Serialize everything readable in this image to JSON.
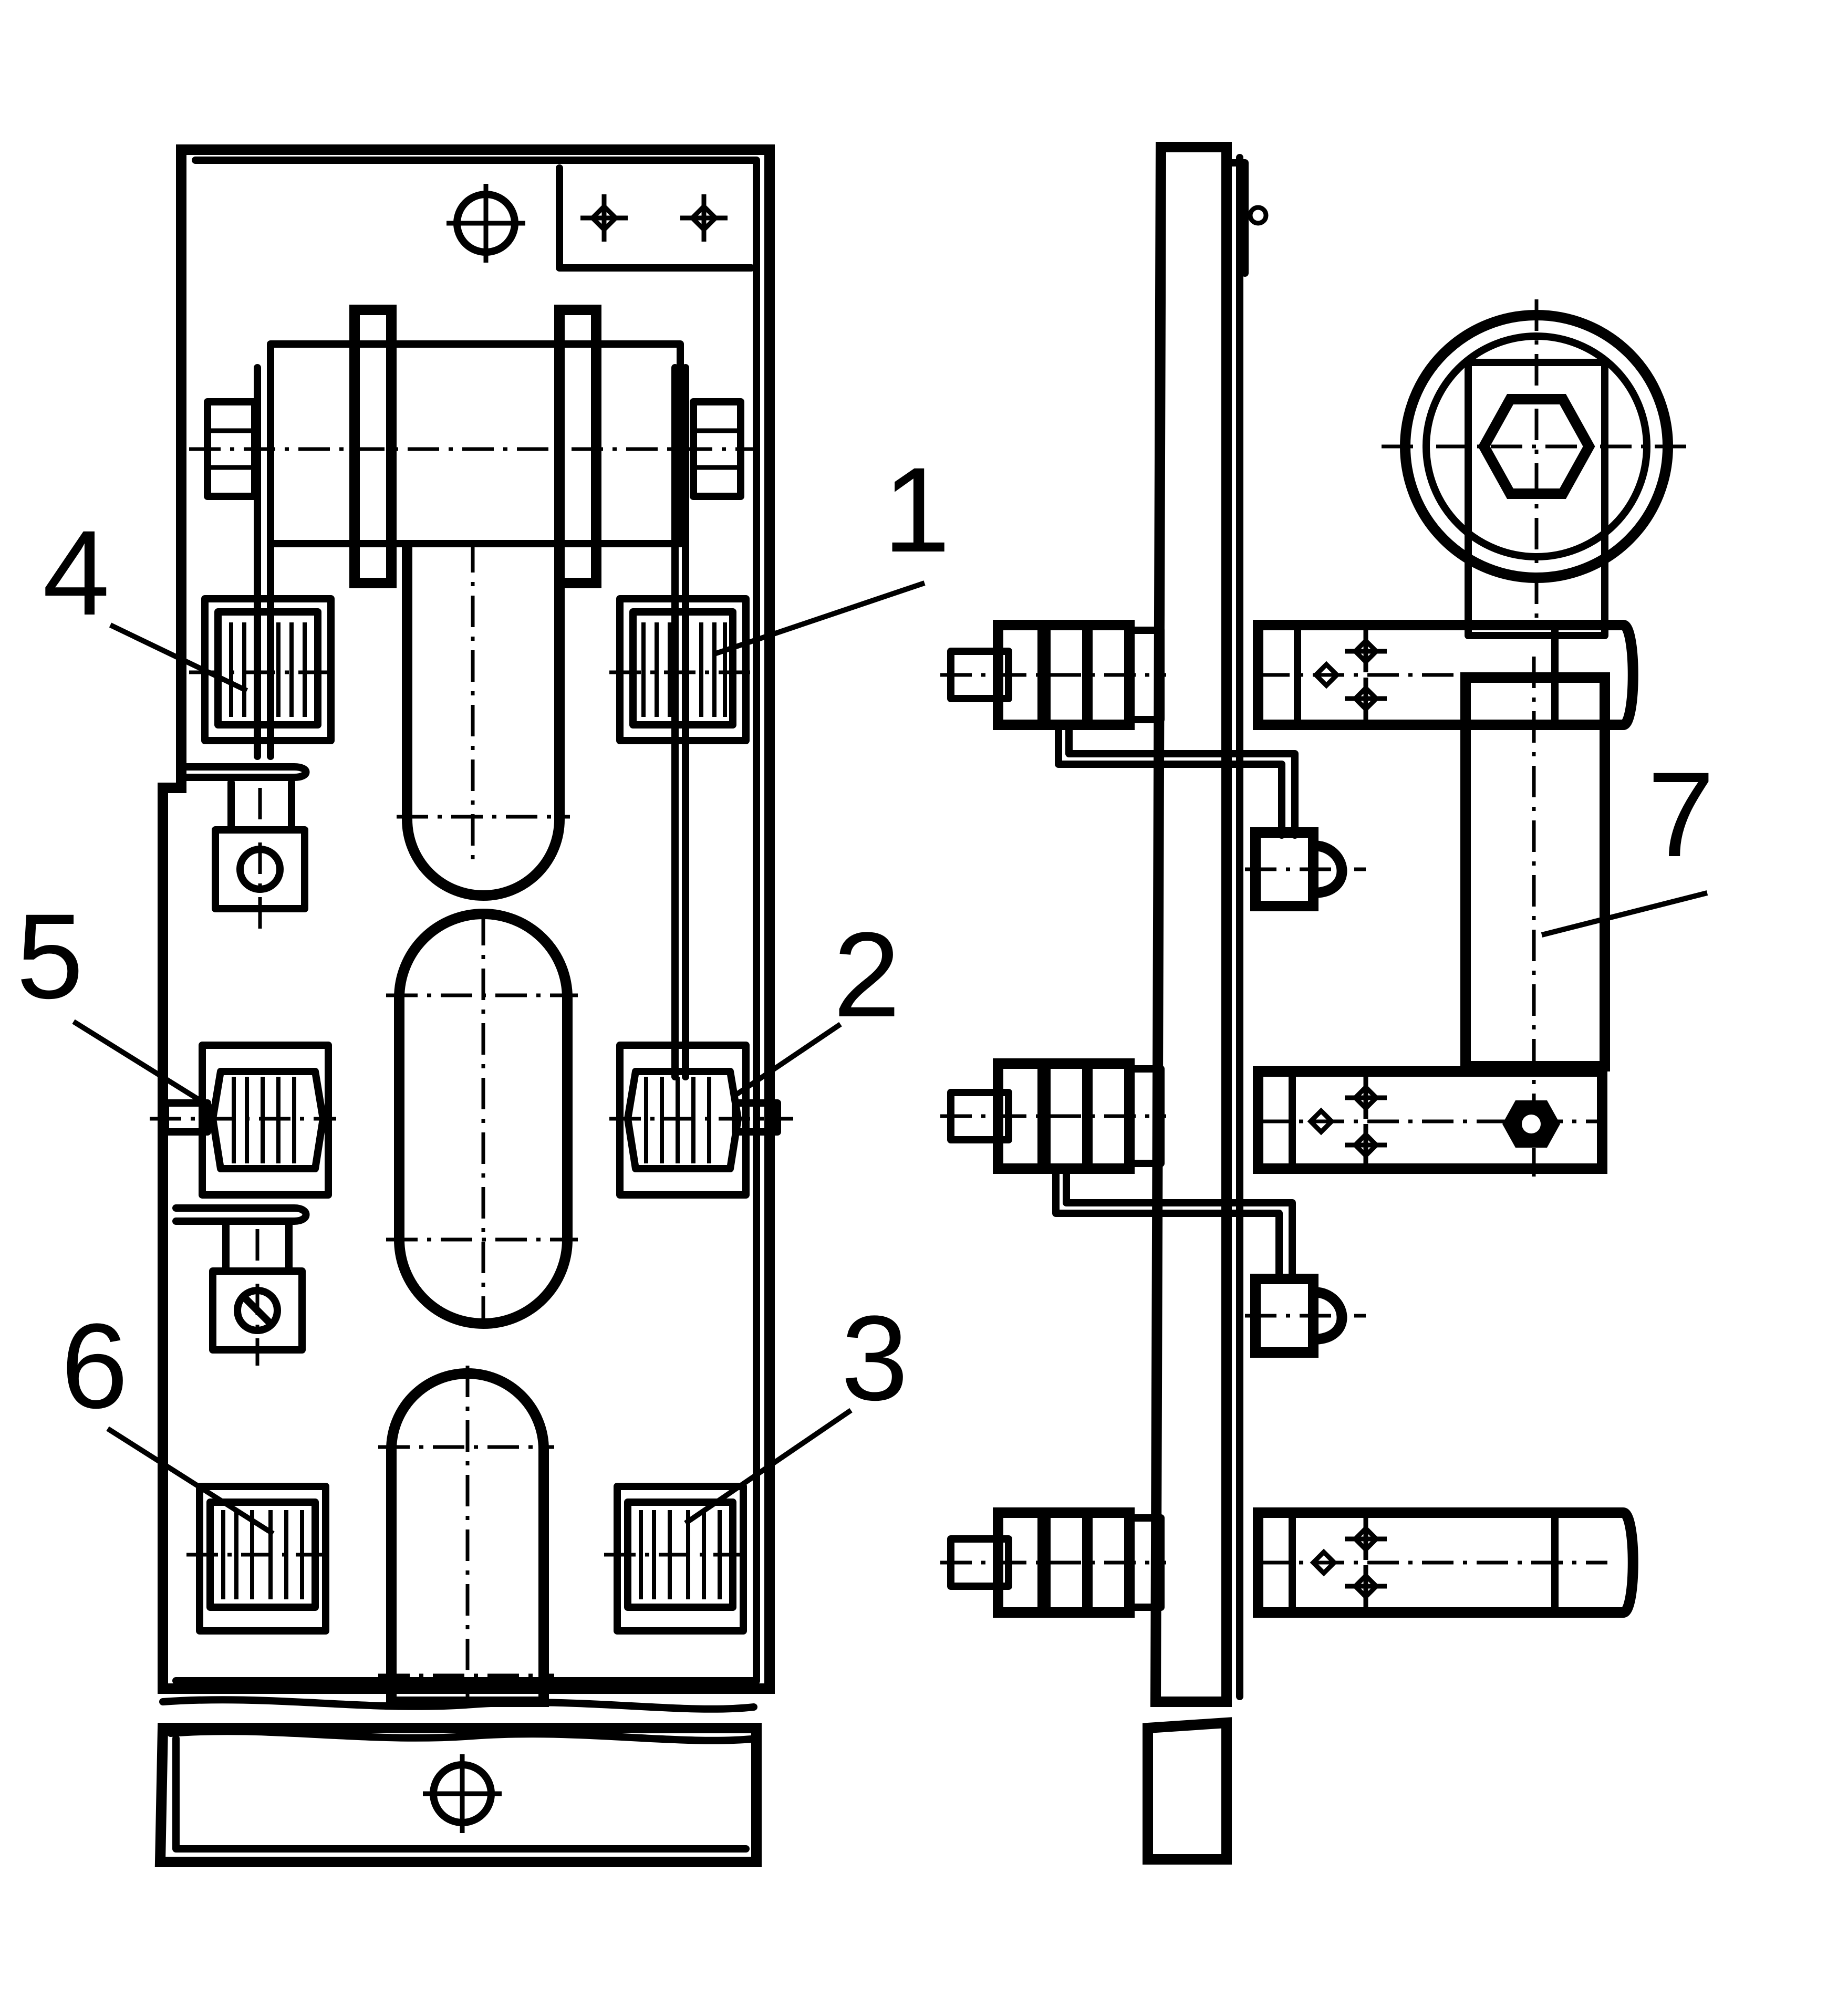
{
  "callouts": [
    {
      "id": "1",
      "text": "1"
    },
    {
      "id": "2",
      "text": "2"
    },
    {
      "id": "3",
      "text": "3"
    },
    {
      "id": "4",
      "text": "4"
    },
    {
      "id": "5",
      "text": "5"
    },
    {
      "id": "6",
      "text": "6"
    },
    {
      "id": "7",
      "text": "7"
    }
  ]
}
